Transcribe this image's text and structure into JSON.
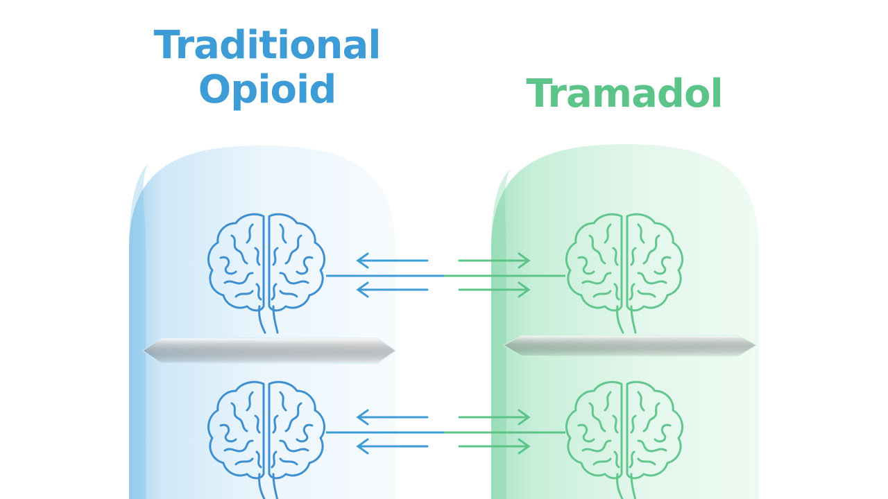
{
  "left_panel": {
    "title_line1": "Traditional",
    "title_line2": "Opioid",
    "color": "#3d9bd6"
  },
  "right_panel": {
    "title": "Tramadol",
    "color": "#5cc489"
  },
  "icons": {
    "left_pill": "pill-icon",
    "right_pill": "pill-icon",
    "brain": "brain-icon",
    "arrows": "exchange-arrows-icon"
  }
}
